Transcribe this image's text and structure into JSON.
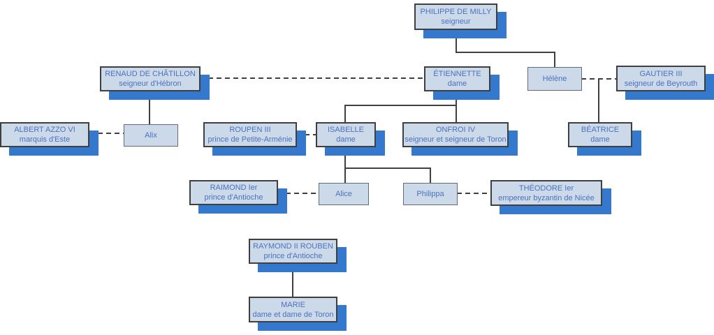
{
  "diagram": {
    "type": "family-tree",
    "colors": {
      "box_fill": "#ccd9e8",
      "box_border": "#3f3f3f",
      "small_box_border": "#5f6b78",
      "shadow": "#3579ce",
      "text": "#4a72c0",
      "line": "#3f3f3f"
    },
    "nodes": {
      "philippe": {
        "title": "PHILIPPE DE MILLY",
        "subtitle": "seigneur"
      },
      "renaud": {
        "title": "RENAUD DE CHÂTILLON",
        "subtitle": "seigneur d'Hébron"
      },
      "etiennette": {
        "title": "ÉTIENNETTE",
        "subtitle": "dame"
      },
      "helene": {
        "title": "Hélène"
      },
      "gautier": {
        "title": "GAUTIER III",
        "subtitle": "seigneur de Beyrouth"
      },
      "albert": {
        "title": "ALBERT AZZO VI",
        "subtitle": "marquis d'Este"
      },
      "alix": {
        "title": "Alix"
      },
      "roupen": {
        "title": "ROUPEN III",
        "subtitle": "prince de Petite-Arménie"
      },
      "isabelle": {
        "title": "ISABELLE",
        "subtitle": "dame"
      },
      "onfroi": {
        "title": "ONFROI IV",
        "subtitle": "seigneur et seigneur de Toron"
      },
      "beatrice": {
        "title": "BÉATRICE",
        "subtitle": "dame"
      },
      "raimond": {
        "title": "RAIMOND Ier",
        "subtitle": "prince d'Antioche"
      },
      "alice": {
        "title": "Alice"
      },
      "philippa": {
        "title": "Philippa"
      },
      "theodore": {
        "title": "THÉODORE Ier",
        "subtitle": "empereur byzantin de Nicée"
      },
      "raymond2": {
        "title": "RAYMOND II ROUBEN",
        "subtitle": "prince d'Antioche"
      },
      "marie": {
        "title": "MARIE",
        "subtitle": "dame et dame de Toron"
      }
    },
    "relationships": {
      "marriage_style": "dashed",
      "descent_style": "solid",
      "marriages": [
        [
          "RENAUD DE CHÂTILLON",
          "ÉTIENNETTE"
        ],
        [
          "Hélène",
          "GAUTIER III"
        ],
        [
          "ALBERT AZZO VI",
          "Alix"
        ],
        [
          "ROUPEN III",
          "ISABELLE"
        ],
        [
          "RAIMOND Ier",
          "Alice"
        ],
        [
          "Philippa",
          "THÉODORE Ier"
        ]
      ],
      "children": [
        {
          "parent": "PHILIPPE DE MILLY",
          "children": [
            "ÉTIENNETTE",
            "Hélène"
          ]
        },
        {
          "parent": "RENAUD DE CHÂTILLON",
          "children": [
            "Alix"
          ]
        },
        {
          "parent": "ÉTIENNETTE",
          "children": [
            "ISABELLE",
            "ONFROI IV"
          ]
        },
        {
          "parent": "Hélène + GAUTIER III",
          "children": [
            "BÉATRICE"
          ]
        },
        {
          "parent": "ISABELLE",
          "children": [
            "Alice",
            "Philippa"
          ]
        },
        {
          "parent": "RAYMOND II ROUBEN",
          "children": [
            "MARIE"
          ]
        }
      ]
    }
  }
}
